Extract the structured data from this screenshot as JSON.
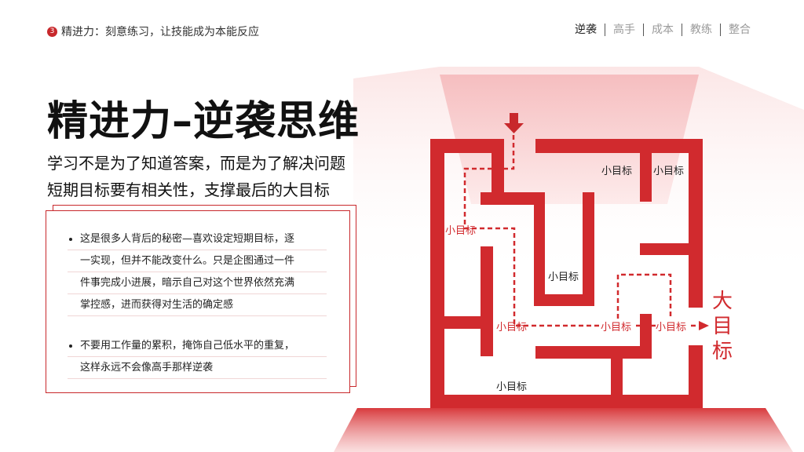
{
  "breadcrumb": {
    "number": "3",
    "text": "精进力：刻意练习，让技能成为本能反应"
  },
  "nav": [
    "逆袭",
    "高手",
    "成本",
    "教练",
    "整合"
  ],
  "title": "精进力–逆袭思维",
  "subtitles": [
    "学习不是为了知道答案，而是为了解决问题",
    "短期目标要有相关性，支撑最后的大目标"
  ],
  "bullets": [
    [
      "这是很多人背后的秘密—喜欢设定短期目标，逐",
      "一实现，但并不能改变什么。只是企图通过一件",
      "件事完成小进展，暗示自己对这个世界依然充满",
      "掌控感，进而获得对生活的确定感"
    ],
    [
      "不要用工作量的累积，掩饰自己低水平的重复，",
      "这样永远不会像高手那样逆袭"
    ]
  ],
  "maze": {
    "small_goal": "小目标",
    "big_goal": [
      "大",
      "目",
      "标"
    ]
  },
  "colors": {
    "accent": "#c8282c",
    "text": "#111111"
  }
}
